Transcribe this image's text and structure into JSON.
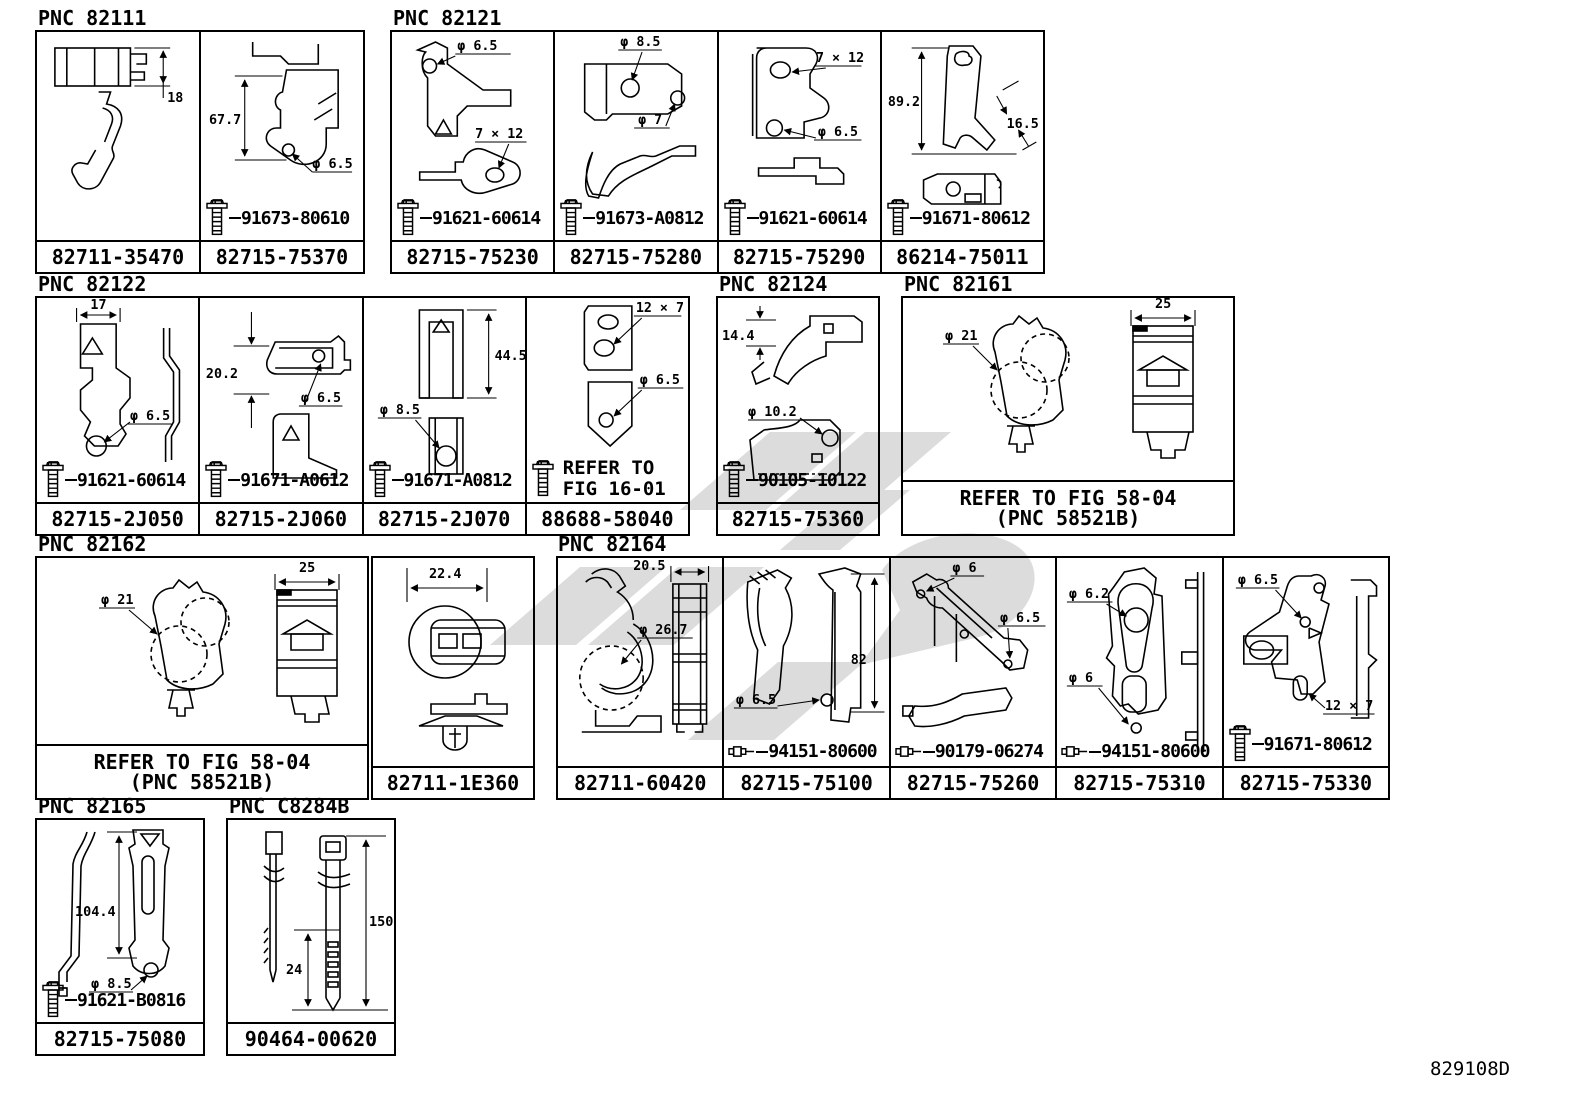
{
  "page": {
    "code": "829108D"
  },
  "colors": {
    "line": "#000000",
    "bg": "#ffffff",
    "watermark": "#c5c5c5"
  },
  "groups": [
    {
      "pnc": "PNC 82111",
      "cells": [
        {
          "part": [
            "82711-35470"
          ],
          "dims": [
            "18"
          ]
        },
        {
          "part": [
            "82715-75370"
          ],
          "dims": [
            "67.7",
            "φ 6.5"
          ],
          "fastener": {
            "type": "bolt",
            "label": "91673-80610"
          }
        }
      ]
    },
    {
      "pnc": "PNC 82121",
      "cells": [
        {
          "part": [
            "82715-75230"
          ],
          "dims": [
            "φ 6.5",
            "7 × 12"
          ],
          "fastener": {
            "type": "bolt",
            "label": "91621-60614"
          }
        },
        {
          "part": [
            "82715-75280"
          ],
          "dims": [
            "φ 8.5",
            "φ 7"
          ],
          "fastener": {
            "type": "bolt",
            "label": "91673-A0812"
          }
        },
        {
          "part": [
            "82715-75290"
          ],
          "dims": [
            "7 × 12",
            "φ 6.5"
          ],
          "fastener": {
            "type": "bolt",
            "label": "91621-60614"
          }
        },
        {
          "part": [
            "86214-75011"
          ],
          "dims": [
            "89.2",
            "16.5"
          ],
          "fastener": {
            "type": "bolt",
            "label": "91671-80612"
          }
        }
      ]
    },
    {
      "pnc": "PNC 82122",
      "cells": [
        {
          "part": [
            "82715-2J050"
          ],
          "dims": [
            "17",
            "φ 6.5"
          ],
          "fastener": {
            "type": "bolt",
            "label": "91621-60614"
          }
        },
        {
          "part": [
            "82715-2J060"
          ],
          "dims": [
            "20.2",
            "φ 6.5"
          ],
          "fastener": {
            "type": "bolt",
            "label": "91671-A0612"
          }
        },
        {
          "part": [
            "82715-2J070"
          ],
          "dims": [
            "44.5",
            "φ 8.5"
          ],
          "fastener": {
            "type": "bolt",
            "label": "91671-A0812"
          }
        },
        {
          "part": [
            "88688-58040"
          ],
          "dims": [
            "12 × 7",
            "φ 6.5"
          ],
          "fastener": {
            "type": "bolt",
            "note": [
              "REFER TO",
              "FIG 16-01"
            ]
          }
        }
      ]
    },
    {
      "pnc": "PNC 82124",
      "cells": [
        {
          "part": [
            "82715-75360"
          ],
          "dims": [
            "14.4",
            "φ 10.2"
          ],
          "fastener": {
            "type": "bolt",
            "label": "90105-10122"
          }
        }
      ]
    },
    {
      "pnc": "PNC 82161",
      "cells": [
        {
          "part": [
            "REFER TO FIG 58-04",
            "(PNC 58521B)"
          ],
          "dims": [
            "φ 21",
            "25"
          ]
        }
      ]
    },
    {
      "pnc": "PNC 82162",
      "cells": [
        {
          "part": [
            "REFER TO FIG 58-04",
            "(PNC 58521B)"
          ],
          "dims": [
            "φ 21",
            "25"
          ]
        },
        {
          "part": [
            "82711-1E360"
          ],
          "dims": [
            "22.4"
          ]
        }
      ]
    },
    {
      "pnc": "PNC 82164",
      "cells": [
        {
          "part": [
            "82711-60420"
          ],
          "dims": [
            "20.5",
            "φ 26.7"
          ]
        },
        {
          "part": [
            "82715-75100"
          ],
          "dims": [
            "φ 6.5",
            "82"
          ],
          "fastener": {
            "type": "nut",
            "label": "94151-80600"
          }
        },
        {
          "part": [
            "82715-75260"
          ],
          "dims": [
            "φ 6",
            "φ 6.5"
          ],
          "fastener": {
            "type": "nut",
            "label": "90179-06274"
          }
        },
        {
          "part": [
            "82715-75310"
          ],
          "dims": [
            "φ 6.2",
            "φ 6"
          ],
          "fastener": {
            "type": "nut",
            "label": "94151-80600"
          }
        },
        {
          "part": [
            "82715-75330"
          ],
          "dims": [
            "φ 6.5",
            "12 × 7"
          ],
          "fastener": {
            "type": "bolt",
            "label": "91671-80612"
          }
        }
      ]
    },
    {
      "pnc": "PNC 82165",
      "cells": [
        {
          "part": [
            "82715-75080"
          ],
          "dims": [
            "104.4",
            "φ 8.5"
          ],
          "fastener": {
            "type": "bolt",
            "label": "91621-B0816"
          }
        }
      ]
    },
    {
      "pnc": "PNC C8284B",
      "cells": [
        {
          "part": [
            "90464-00620"
          ],
          "dims": [
            "24",
            "150"
          ]
        }
      ]
    }
  ]
}
